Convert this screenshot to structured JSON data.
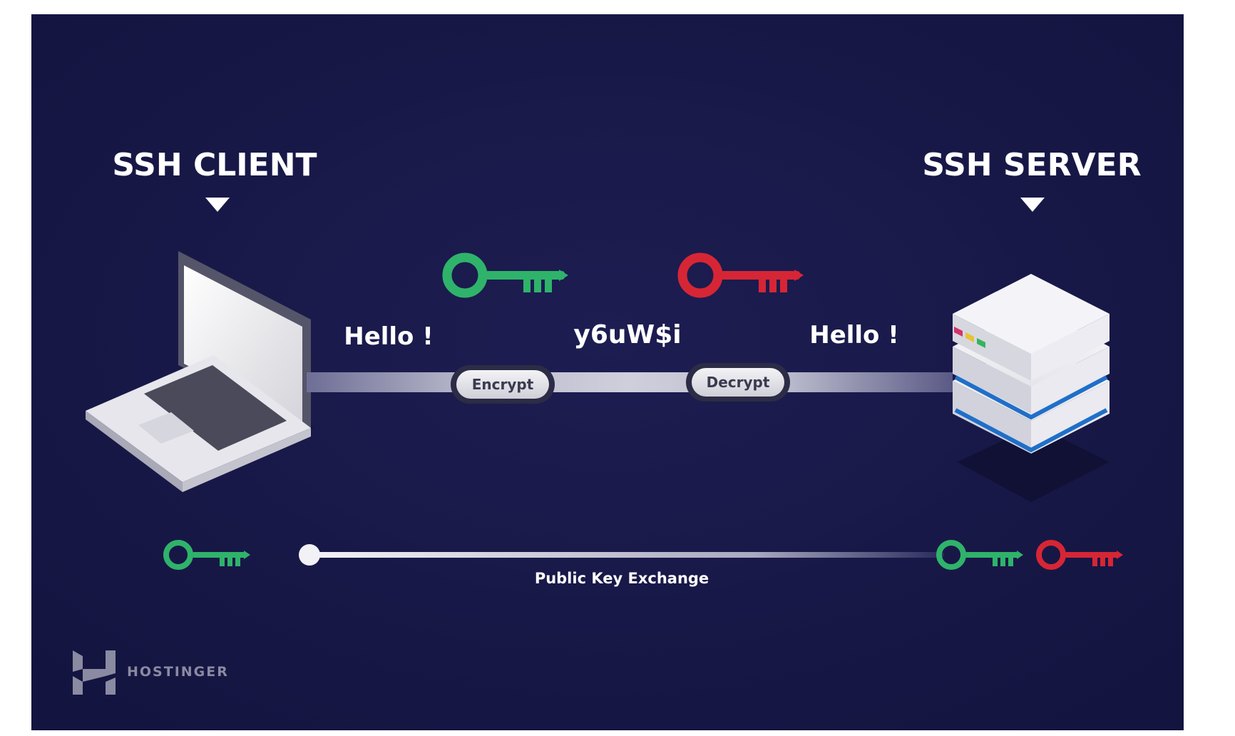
{
  "labels": {
    "client": "SSH CLIENT",
    "server": "SSH SERVER",
    "plain_left": "Hello !",
    "cipher": "y6uW$i",
    "plain_right": "Hello !",
    "encrypt": "Encrypt",
    "decrypt": "Decrypt",
    "exchange": "Public Key Exchange",
    "brand": "HOSTINGER"
  },
  "colors": {
    "background": "#181845",
    "public_key": "#2fb36a",
    "private_key": "#d62635",
    "text": "#ffffff",
    "pill_fill": "#e6e6ea",
    "pill_text": "#3a3a50",
    "server_stripe": "#1f6fc9"
  },
  "icons": {
    "client": "laptop-icon",
    "server": "server-stack-icon",
    "public_key": "key-icon",
    "private_key": "key-icon",
    "brand": "hostinger-logo"
  }
}
